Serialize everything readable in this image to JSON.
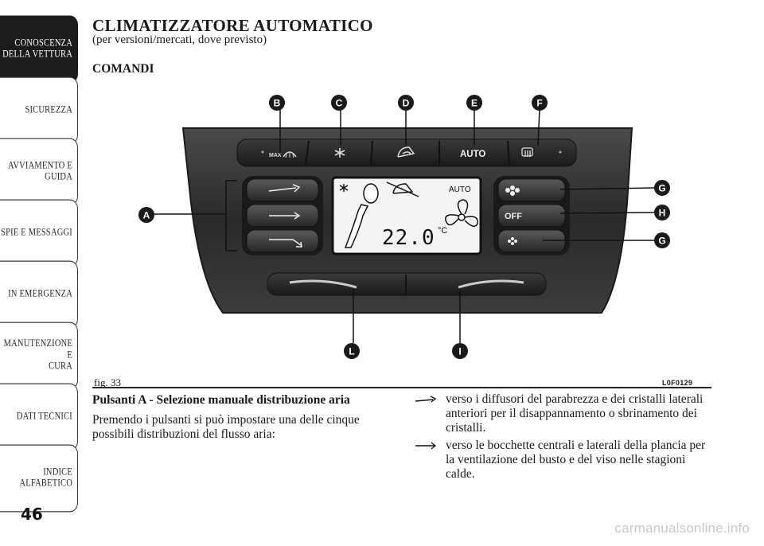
{
  "sidebar": {
    "items": [
      {
        "label": "CONOSCENZA\nDELLA VETTURA",
        "active": true
      },
      {
        "label": "SICUREZZA",
        "active": false
      },
      {
        "label": "AVVIAMENTO E\nGUIDA",
        "active": false
      },
      {
        "label": "SPIE E MESSAGGI",
        "active": false
      },
      {
        "label": "IN EMERGENZA",
        "active": false
      },
      {
        "label": "MANUTENZIONE E\nCURA",
        "active": false
      },
      {
        "label": "DATI TECNICI",
        "active": false
      },
      {
        "label": "INDICE\nALFABETICO",
        "active": false
      }
    ]
  },
  "page": {
    "number": "46",
    "title": "CLIMATIZZATORE AUTOMATICO",
    "subtitle": "(per versioni/mercati, dove previsto)",
    "section": "COMANDI"
  },
  "figure": {
    "caption": "fig. 33",
    "code": "L0F0129",
    "panel": {
      "callouts": [
        "A",
        "B",
        "C",
        "D",
        "E",
        "F",
        "G",
        "H",
        "G",
        "L",
        "I"
      ],
      "top_buttons": {
        "max_label": "MAX",
        "auto_label": "AUTO"
      },
      "display": {
        "mode": "AUTO",
        "temperature": "22.0",
        "unit": "°C"
      },
      "fan_off_label": "OFF",
      "callout_color": "#1a1a1a",
      "panel_color": "#2b2b2b"
    }
  },
  "content": {
    "left_heading": "Pulsanti A - Selezione manuale distribuzione aria",
    "left_para": "Premendo i pulsanti si può impostare una delle cinque possibili distribuzioni del flusso aria:",
    "bullets": [
      {
        "icon": "windshield-flow-icon",
        "text": "verso i diffusori del parabrezza e dei cristalli laterali anteriori per il disappannamento o sbrinamento dei cristalli."
      },
      {
        "icon": "center-vent-flow-icon",
        "text": "verso le bocchette centrali e laterali della plancia per la ventilazione del busto e del viso nelle stagioni calde."
      }
    ]
  },
  "watermark": "carmanualsonline.info"
}
